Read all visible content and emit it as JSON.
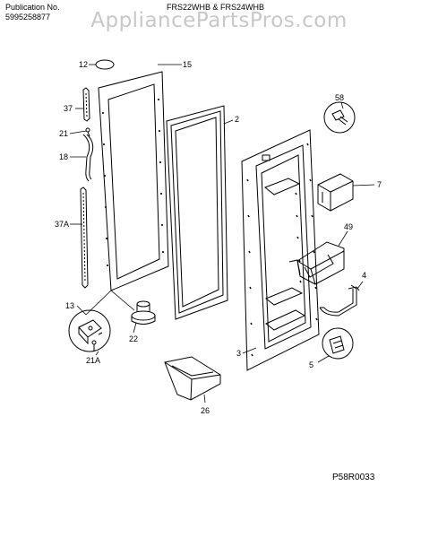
{
  "header": {
    "publication_label": "Publication No.",
    "publication_number": "5995258877",
    "models": "FRS22WHB & FRS24WHB",
    "watermark": "AppliancePartsPros.com"
  },
  "diagram_code": "P58R0033",
  "callouts": {
    "c12": "12",
    "c15": "15",
    "c2": "2",
    "c37": "37",
    "c21": "21",
    "c18": "18",
    "c37a": "37A",
    "c13": "13",
    "c22": "22",
    "c21a": "21A",
    "c58": "58",
    "c7": "7",
    "c49": "49",
    "c4": "4",
    "c3": "3",
    "c5": "5",
    "c26": "26"
  }
}
